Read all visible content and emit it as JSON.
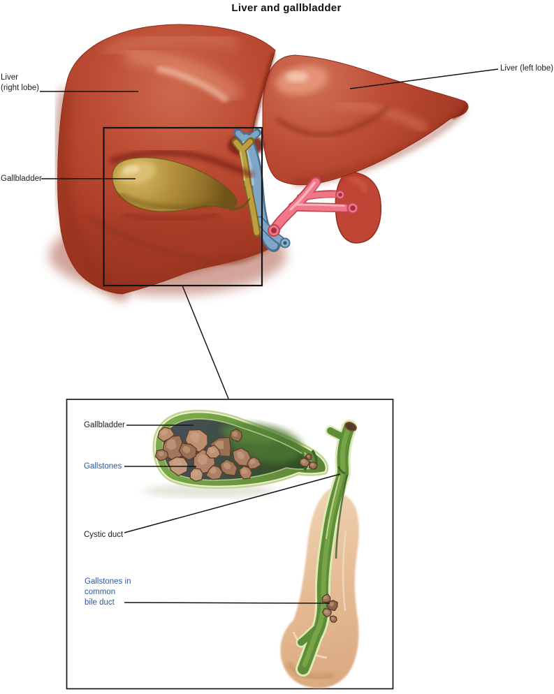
{
  "title": "Liver and gallbladder",
  "main_figure": {
    "description": "External view of liver with gallbladder and hilar vessels",
    "labels": {
      "liver_right_lobe": {
        "line1": "Liver",
        "line2": "(right lobe)"
      },
      "gallbladder": "Gallbladder",
      "liver_left_lobe": "Liver (left lobe)"
    }
  },
  "inset_figure": {
    "description": "Cut-away detail of gallbladder and common bile duct with gallstones",
    "labels": {
      "gallbladder": "Gallbladder",
      "gallstones": "Gallstones",
      "cystic_duct": "Cystic duct",
      "gallstones_common_bile_duct": {
        "line1": "Gallstones in",
        "line2": "common",
        "line3": "bile duct"
      }
    }
  },
  "colors": {
    "label_black": "#1b1b1b",
    "label_blue": "#2a57a5",
    "liver_red": "#b2402b",
    "gallbladder_olive": "#a8832f",
    "bile_green": "#5e8c38",
    "gallstone_brown": "#b28269",
    "artery_pink": "#ef7787",
    "portal_vein_blue": "#7fa6c7",
    "bile_duct_yellow": "#bb9f42",
    "duodenum_tan": "#e5bb94"
  }
}
